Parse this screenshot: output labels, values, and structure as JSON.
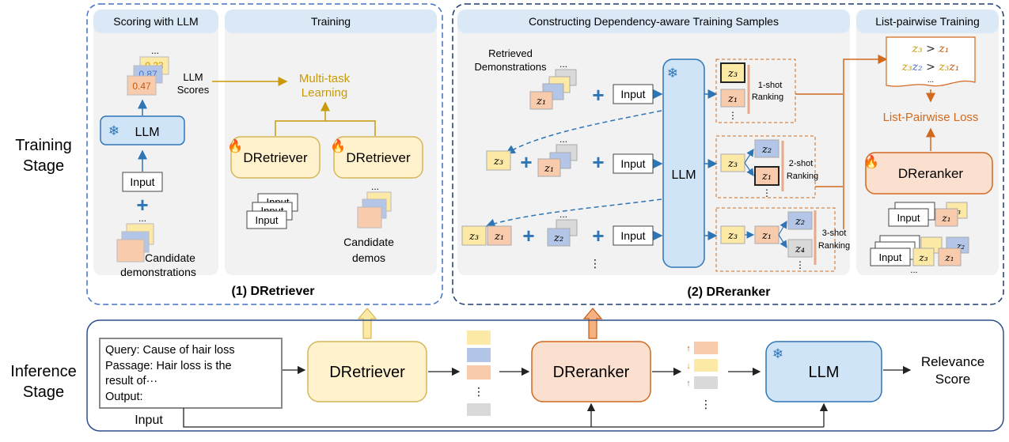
{
  "stage_labels": {
    "training": [
      "Training",
      "Stage"
    ],
    "inference": [
      "Inference",
      "Stage"
    ]
  },
  "dretriever_panel": {
    "caption": "(1) DRetriever",
    "scoring_header": "Scoring with LLM",
    "training_header": "Training",
    "scores": [
      "0.23",
      "0.87",
      "0.47"
    ],
    "llm_scores_label": [
      "LLM",
      "Scores"
    ],
    "llm_label": "LLM",
    "input_label": "Input",
    "candidate_label": [
      "Candidate",
      "demonstrations"
    ],
    "multitask_label": [
      "Multi-task",
      "Learning"
    ],
    "retriever_label": "DRetriever",
    "candidate_demos_label": [
      "Candidate",
      "demos"
    ],
    "ellipsis": "..."
  },
  "dreranker_panel": {
    "caption": "(2) DReranker",
    "constructing_header": "Constructing Dependency-aware Training Samples",
    "listpair_header": "List-pairwise Training",
    "retrieved_label": [
      "Retrieved",
      "Demonstrations"
    ],
    "input_label": "Input",
    "llm_label": "LLM",
    "plus": "+",
    "ranking_labels": [
      [
        "1-shot",
        "Ranking"
      ],
      [
        "2-shot",
        "Ranking"
      ],
      [
        "3-shot",
        "Ranking"
      ]
    ],
    "listpair_loss": "List-Pairwise Loss",
    "reranker_label": "DReranker",
    "gt": ">",
    "dots": "⋮"
  },
  "inference": {
    "query_lines": [
      "Query: Cause of hair loss",
      "Passage: Hair loss is the",
      "result of···",
      "Output:"
    ],
    "input_label": "Input",
    "retriever_label": "DRetriever",
    "reranker_label": "DReranker",
    "llm_label": "LLM",
    "output_label": [
      "Relevance",
      "Score"
    ]
  },
  "colors": {
    "yellow": "#fde9a6",
    "blue": "#b4c6e7",
    "orange": "#f8cbad",
    "gray": "#d9d9d9",
    "llm_fill": "#cfe5f7",
    "dashed_border": "#4472c4",
    "gold_text": "#c89a0a",
    "orange_text": "#d2691e"
  }
}
